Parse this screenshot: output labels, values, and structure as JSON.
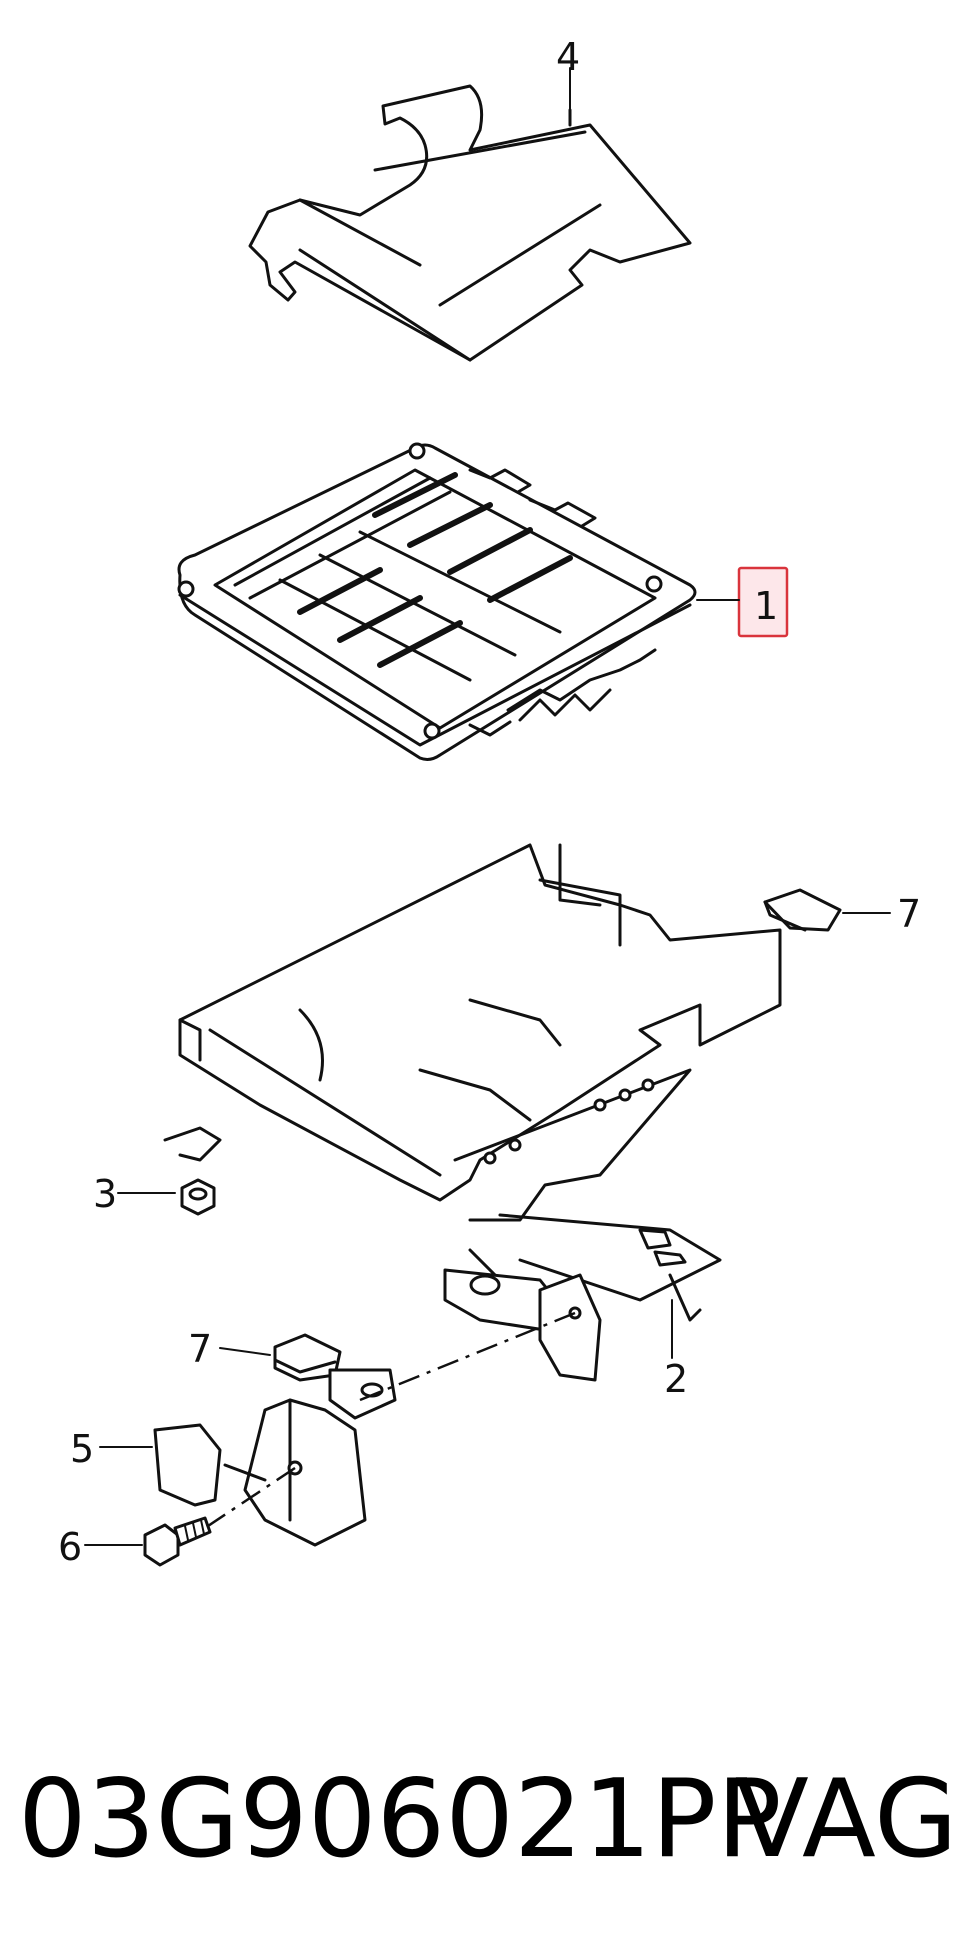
{
  "callouts": {
    "c1": "1",
    "c2": "2",
    "c3": "3",
    "c4": "4",
    "c5": "5",
    "c6": "6",
    "c7a": "7",
    "c7b": "7"
  },
  "caption": {
    "part_number": "03G906021PP",
    "brand": "VAG"
  },
  "highlight": {
    "callout": "1",
    "fill_color": "#fde7ea",
    "border_color": "#d9343c"
  }
}
